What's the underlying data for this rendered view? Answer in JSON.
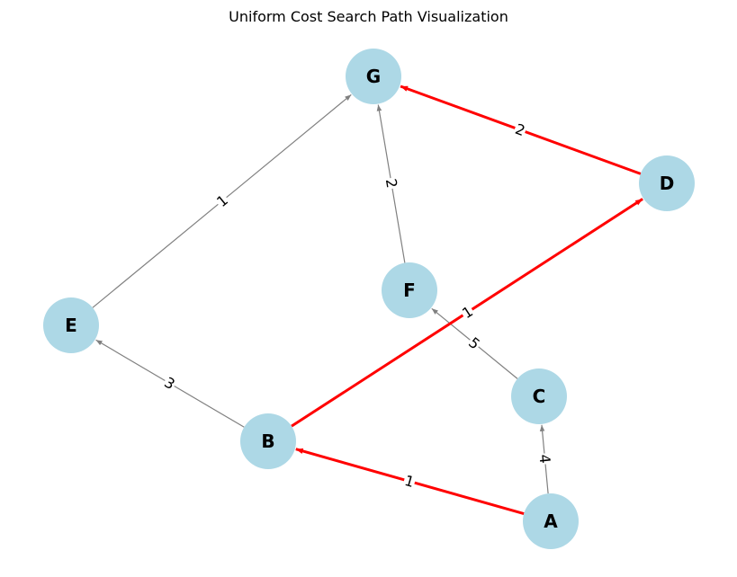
{
  "title": "Uniform Cost Search Path Visualization",
  "colors": {
    "node_fill": "#add8e6",
    "edge_default": "#808080",
    "edge_path": "#ff0000",
    "label_bg": "#ffffff",
    "text": "#000000"
  },
  "nodes": [
    {
      "id": "G",
      "label": "G"
    },
    {
      "id": "D",
      "label": "D"
    },
    {
      "id": "F",
      "label": "F"
    },
    {
      "id": "E",
      "label": "E"
    },
    {
      "id": "C",
      "label": "C"
    },
    {
      "id": "B",
      "label": "B"
    },
    {
      "id": "A",
      "label": "A"
    }
  ],
  "edges": [
    {
      "from": "E",
      "to": "G",
      "weight": "1",
      "on_path": false
    },
    {
      "from": "F",
      "to": "G",
      "weight": "2",
      "on_path": false
    },
    {
      "from": "B",
      "to": "E",
      "weight": "3",
      "on_path": false
    },
    {
      "from": "C",
      "to": "F",
      "weight": "5",
      "on_path": false
    },
    {
      "from": "A",
      "to": "C",
      "weight": "4",
      "on_path": false
    },
    {
      "from": "D",
      "to": "G",
      "weight": "2",
      "on_path": true
    },
    {
      "from": "B",
      "to": "D",
      "weight": "1",
      "on_path": true
    },
    {
      "from": "A",
      "to": "B",
      "weight": "1",
      "on_path": true
    }
  ]
}
